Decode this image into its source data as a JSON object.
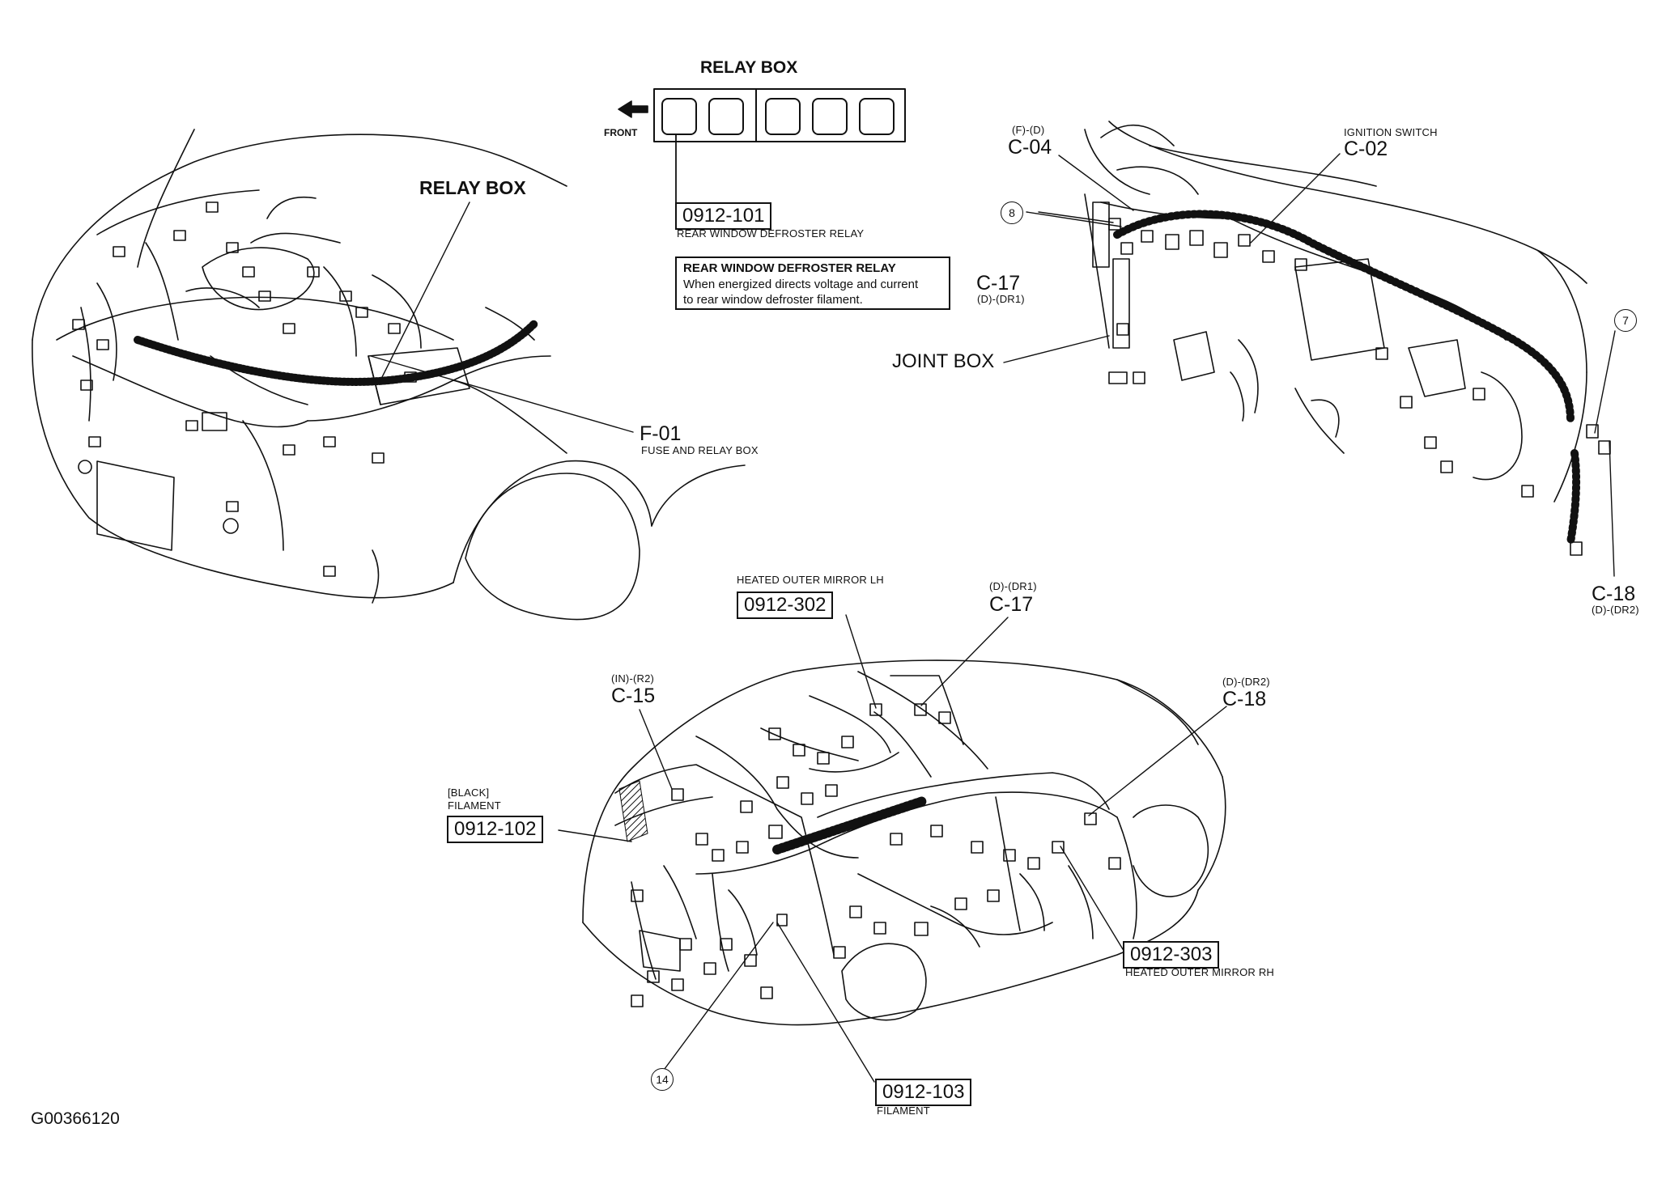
{
  "relay_box_title": "RELAY BOX",
  "relay_box_front": "FRONT",
  "labels": {
    "relay_box_left": "RELAY BOX",
    "f01": "F-01",
    "f01_desc": "FUSE AND RELAY BOX",
    "code_101": "0912-101",
    "code_101_desc": "REAR WINDOW DEFROSTER RELAY",
    "callout_title": "REAR WINDOW DEFROSTER RELAY",
    "callout_body_1": "When energized directs voltage and current",
    "callout_body_2": "to rear window defroster filament.",
    "c04_sub": "(F)-(D)",
    "c04": "C-04",
    "ign_sub": "IGNITION SWITCH",
    "c02": "C-02",
    "circle_8": "8",
    "c17_dash": "C-17",
    "c17_dash_sub": "(D)-(DR1)",
    "joint_box": "JOINT BOX",
    "circle_7": "7",
    "c18_dash": "C-18",
    "c18_dash_sub": "(D)-(DR2)",
    "mirror_lh": "HEATED OUTER MIRROR LH",
    "code_302": "0912-302",
    "c17_body_sub": "(D)-(DR1)",
    "c17_body": "C-17",
    "c15_sub": "(IN)-(R2)",
    "c15": "C-15",
    "c18_body_sub": "(D)-(DR2)",
    "c18_body": "C-18",
    "black": "[BLACK]",
    "filament_1": "FILAMENT",
    "code_102": "0912-102",
    "code_303": "0912-303",
    "mirror_rh": "HEATED OUTER MIRROR RH",
    "circle_14": "14",
    "code_103": "0912-103",
    "filament_2": "FILAMENT",
    "figure_id": "G00366120"
  }
}
